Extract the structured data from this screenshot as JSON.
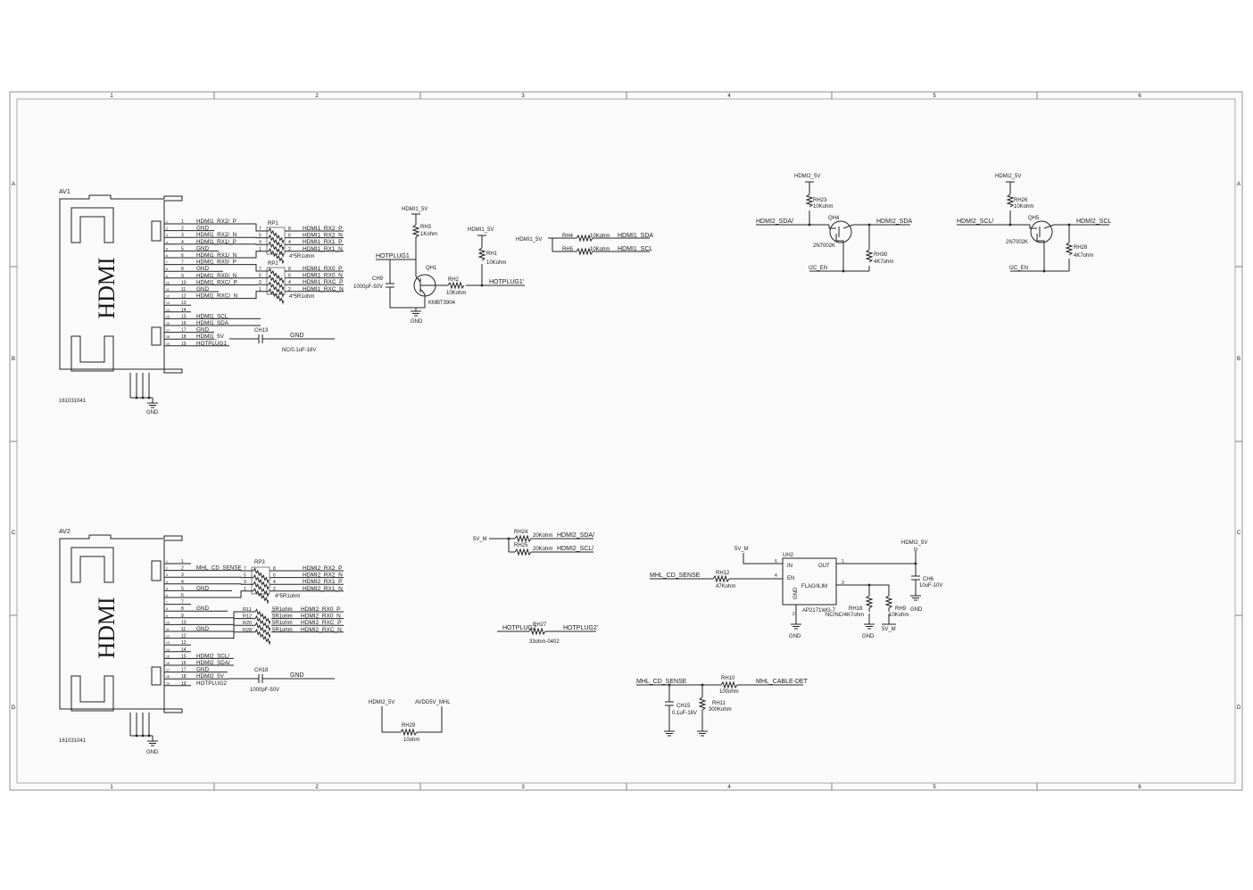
{
  "border": {
    "columns": [
      "1",
      "2",
      "3",
      "4",
      "5",
      "6"
    ],
    "rows": [
      "A",
      "B",
      "C",
      "D"
    ]
  },
  "connector1": {
    "ref": "AV1",
    "label": "HDMI",
    "part": "161031041",
    "gnd": "GND",
    "pins": [
      {
        "n": "1",
        "net": "HDMI1_RX2/_P"
      },
      {
        "n": "2",
        "net": "GND"
      },
      {
        "n": "3",
        "net": "HDMI1_RX2/_N"
      },
      {
        "n": "4",
        "net": "HDMI1_RX1/_P"
      },
      {
        "n": "5",
        "net": "GND"
      },
      {
        "n": "6",
        "net": "HDMI1_RX1/_N"
      },
      {
        "n": "7",
        "net": "HDMI1_RX0/_P"
      },
      {
        "n": "8",
        "net": "GND"
      },
      {
        "n": "9",
        "net": "HDMI1_RX0/_N"
      },
      {
        "n": "10",
        "net": "HDMI1_RXC/_P"
      },
      {
        "n": "11",
        "net": "GND"
      },
      {
        "n": "12",
        "net": "HDMI1_RXC/_N"
      },
      {
        "n": "13",
        "net": ""
      },
      {
        "n": "14",
        "net": ""
      },
      {
        "n": "15",
        "net": "HDMI1_SCL"
      },
      {
        "n": "16",
        "net": "HDMI1_SDA"
      },
      {
        "n": "17",
        "net": "GND"
      },
      {
        "n": "18",
        "net": "HDMI1_5V"
      },
      {
        "n": "19",
        "net": "HOTPLUG1"
      }
    ],
    "rp1": {
      "ref": "RP1",
      "value": "4*5R1ohm",
      "nets": [
        "HDMI1_RX2_P",
        "HDMI1_RX2_N",
        "HDMI1_RX1_P",
        "HDMI1_RX1_N"
      ],
      "pins": [
        "7",
        "5",
        "3",
        "1",
        "8",
        "6",
        "4",
        "2"
      ]
    },
    "rp2": {
      "ref": "RP2",
      "value": "4*5R1ohm",
      "nets": [
        "HDMI1_RX0_P",
        "HDMI1_RX0_N",
        "HDMI1_RXC_P",
        "HDMI1_RXC_N"
      ],
      "pins": [
        "7",
        "5",
        "3",
        "1",
        "8",
        "6",
        "4",
        "2"
      ]
    },
    "cap": {
      "ref": "CH13",
      "value": "NC/0.1uF-16V",
      "net": "GND"
    }
  },
  "connector2": {
    "ref": "AV2",
    "label": "HDMI",
    "part": "161031041",
    "gnd": "GND",
    "pins": [
      {
        "n": "1",
        "net": ""
      },
      {
        "n": "2",
        "net": "MHL_CD_SENSE"
      },
      {
        "n": "3",
        "net": ""
      },
      {
        "n": "4",
        "net": ""
      },
      {
        "n": "5",
        "net": "GND"
      },
      {
        "n": "6",
        "net": ""
      },
      {
        "n": "7",
        "net": ""
      },
      {
        "n": "8",
        "net": "GND"
      },
      {
        "n": "9",
        "net": ""
      },
      {
        "n": "10",
        "net": ""
      },
      {
        "n": "11",
        "net": "GND"
      },
      {
        "n": "12",
        "net": ""
      },
      {
        "n": "13",
        "net": ""
      },
      {
        "n": "14",
        "net": ""
      },
      {
        "n": "15",
        "net": "HDMI2_SCL/"
      },
      {
        "n": "16",
        "net": "HDMI2_SDA/"
      },
      {
        "n": "17",
        "net": "GND"
      },
      {
        "n": "18",
        "net": "HDMI2_5V"
      },
      {
        "n": "19",
        "net": "HOTPLUG2"
      }
    ],
    "rp3": {
      "ref": "RP3",
      "value": "4*5R1ohm",
      "nets": [
        "HDMI2_RX2_P",
        "HDMI2_RX2_N",
        "HDMI2_RX1_P",
        "HDMI2_RX1_N"
      ],
      "pins": [
        "7",
        "5",
        "3",
        "1",
        "8",
        "6",
        "4",
        "2"
      ]
    },
    "series": [
      {
        "ref": "R11",
        "value": "5R1ohm",
        "net": "HDMI2_RX0_P"
      },
      {
        "ref": "R12",
        "value": "5R1ohm",
        "net": "HDMI2_RX0_N"
      },
      {
        "ref": "R20",
        "value": "5R1ohm",
        "net": "HDMI2_RXC_P"
      },
      {
        "ref": "R28",
        "value": "5R1ohm",
        "net": "HDMI2_RXC_N"
      }
    ],
    "cap": {
      "ref": "CH18",
      "value": "1000pF-50V",
      "net": "GND"
    }
  },
  "hotplug1": {
    "supply": "HDMI1_5V",
    "rh3": "RH3",
    "rh3_val": "1Kohm",
    "net_in": "HOTPLUG1",
    "ch9": "CH9",
    "ch9_val": "1000pF-50V",
    "qh1": "QH1",
    "qh1_part": "KMBT3904",
    "gnd": "GND",
    "rh2": "RH2",
    "rh2_val": "10Kohm",
    "rh1_supply": "HDMI1_5V",
    "rh1": "RH1",
    "rh1_val": "10Kohm",
    "net_out": "HOTPLUG1'"
  },
  "ddc1": {
    "supply": "HDMI1_5V",
    "rh4": "RH4",
    "rh4_val": "10Kohm",
    "net_sda": "HDMI1_SDA",
    "rh5": "RH5",
    "rh5_val": "10Kohm",
    "net_scl": "HDMI1_SCL"
  },
  "ls_sda": {
    "supply": "HDMI2_5V",
    "rh23": "RH23",
    "rh23_val": "10Kohm",
    "net_in": "HDMI2_SDA/",
    "q": "QH4",
    "q_part": "2N7002K",
    "net_out": "HDMI2_SDA",
    "rh30": "RH30",
    "rh30_val": "4K7ohm",
    "en": "I2C_EN"
  },
  "ls_scl": {
    "supply": "HDMI2_5V",
    "rh26": "RH26",
    "rh26_val": "10Kohm",
    "net_in": "HDMI2_SCL/",
    "q": "QH5",
    "q_part": "2N7002K",
    "net_out": "HDMI2_SCL",
    "rh28": "RH28",
    "rh28_val": "4K7ohm",
    "en": "I2C_EN"
  },
  "ddc2": {
    "supply": "5V_M",
    "rh24": "RH24",
    "rh24_val": "20Kohm",
    "net_sda": "HDMI2_SDA/",
    "rh25": "RH25",
    "rh25_val": "20Kohm",
    "net_scl": "HDMI2_SCL/"
  },
  "hp2": {
    "in": "HOTPLUG2",
    "ref": "RH27",
    "value": "33ohm-0402",
    "out": "HOTPLUG2'"
  },
  "avdd": {
    "in": "HDMI2_5V",
    "out": "AVDD5V_MHL",
    "ref": "RH29",
    "value": "10ohm"
  },
  "uh2": {
    "supply": "5V_M",
    "ref": "UH2",
    "part": "AP2171WG-7",
    "pin_in": "IN",
    "pin_en": "EN",
    "pin_gnd": "GND",
    "pin_out": "OUT",
    "pin_flag": "FLAG/ILIM",
    "n5": "5",
    "n4": "4",
    "n2": "2",
    "n1": "1",
    "n3": "3",
    "en_net": "MHL_CD_SENSE",
    "rh12": "RH12",
    "rh12_val": "47Kohm",
    "out_net": "HDMI2_5V",
    "ch6": "CH6",
    "ch6_val": "10uF-10V",
    "rh18": "RH18",
    "rh18_val": "NC/NC/4K7ohm",
    "rh9": "RH9",
    "rh9_val": "10Kohm",
    "rh9_net": "5V_M",
    "gnd": "GND"
  },
  "mhl": {
    "net_in": "MHL_CD_SENSE",
    "rh10": "RH10",
    "rh10_val": "100ohm",
    "net_out": "MHL_CABLE-DET",
    "ch15": "CH15",
    "ch15_val": "0.1uF-16V",
    "rh11": "RH11",
    "rh11_val": "300Kohm"
  }
}
